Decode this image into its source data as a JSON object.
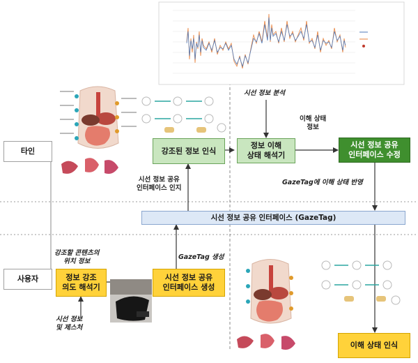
{
  "rows": {
    "other": "타인",
    "user": "사용자"
  },
  "boxes": {
    "emphasized_recognition": "강조된 정보 인식",
    "understanding_interpreter": "정보 이해\n상태 해석기",
    "interface_modify": "시선 정보 공유\n인터페이스 수정",
    "gazetag_interface": "시선 정보 공유 인터페이스 (GazeTag)",
    "emphasis_interpreter": "정보 강조\n의도 해석기",
    "interface_create": "시선 정보 공유\n인터페이스 생성",
    "understanding_recognition": "이해 상태 인식"
  },
  "labels": {
    "gaze_analysis": "시선 정보 분석",
    "understanding_info": "이해 상태\n정보",
    "reflect_gazetag": "GazeTag에 이해 상태 반영",
    "interface_perception": "시선 정보 공유\n인터페이스 인지",
    "content_location": "강조할 콘텐츠의\n위치 정보",
    "gazetag_create": "GazeTag 생성",
    "gaze_gesture": "시선 정보\n및 제스처"
  },
  "colors": {
    "green_light": "#c9e6bf",
    "green_dark": "#3f8f2e",
    "yellow": "#ffd23a",
    "blue": "#dde8f6",
    "series_orange": "#e8803a",
    "series_blue": "#4f79b8"
  },
  "icons": {
    "anatomy_top": "digestive-system-illustration",
    "anatomy_bottom": "digestive-system-illustration",
    "molecules_top": "nutrient-molecule-diagram",
    "molecules_bottom": "nutrient-molecule-diagram",
    "eye_tracker": "eye-tracker-device-photo",
    "gaze_chart": "gaze-signal-line-chart"
  }
}
